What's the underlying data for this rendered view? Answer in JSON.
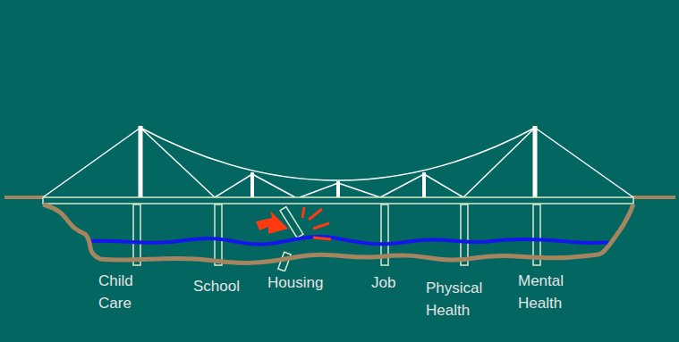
{
  "diagram": {
    "labels": [
      "Child Care",
      "School",
      "Housing",
      "Job",
      "Physical Health",
      "Mental Health"
    ]
  }
}
